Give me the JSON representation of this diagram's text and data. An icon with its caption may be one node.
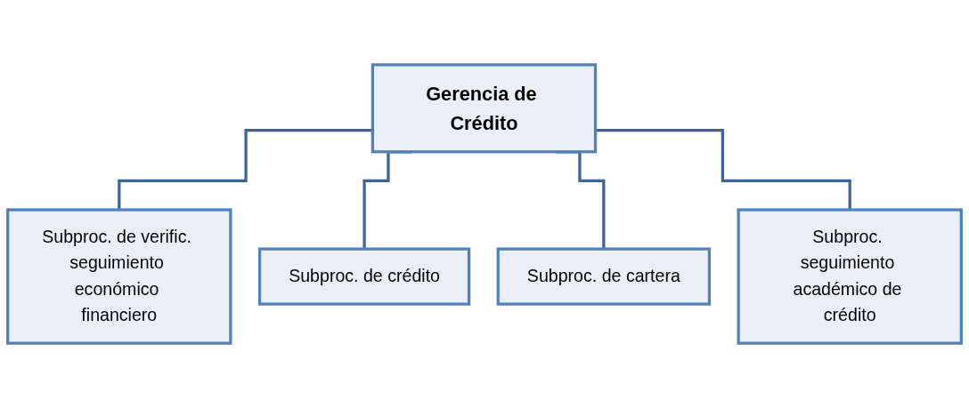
{
  "diagram": {
    "nodes": [
      {
        "text": [
          "Gerencia de Crédito"
        ]
      },
      {
        "text": [
          "Subproc. de verific. seguimiento económico financiero"
        ]
      },
      {
        "text": [
          "Subproc. de crédito"
        ]
      },
      {
        "text": [
          "Subproc. de cartera"
        ]
      },
      {
        "text": [
          "Subproc. seguimiento académico de crédito"
        ]
      }
    ],
    "edges": [
      {
        "from": 0,
        "to": 1,
        "arrow": "none"
      },
      {
        "from": 0,
        "to": 2,
        "arrow": "none"
      },
      {
        "from": 0,
        "to": 3,
        "arrow": "none"
      },
      {
        "from": 0,
        "to": 4,
        "arrow": "none"
      }
    ]
  }
}
